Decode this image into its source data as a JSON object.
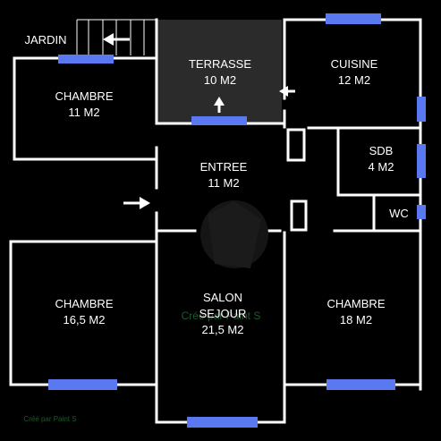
{
  "rooms": {
    "jardin": {
      "name": "JARDIN"
    },
    "terrasse": {
      "name": "TERRASSE",
      "area": "10 M2"
    },
    "cuisine": {
      "name": "CUISINE",
      "area": "12 M2"
    },
    "chambre_nw": {
      "name": "CHAMBRE",
      "area": "11 M2"
    },
    "entree": {
      "name": "ENTREE",
      "area": "11 M2"
    },
    "sdb": {
      "name": "SDB",
      "area": "4 M2"
    },
    "wc": {
      "name": "WC"
    },
    "chambre_sw": {
      "name": "CHAMBRE",
      "area": "16,5 M2"
    },
    "salon": {
      "name": "SALON",
      "name2": "SEJOUR",
      "area": "21,5 M2"
    },
    "chambre_se": {
      "name": "CHAMBRE",
      "area": "18 M2"
    }
  },
  "watermark": {
    "center": "Créé par Paint S",
    "corner": "Créé par Paint S"
  },
  "colors": {
    "wall": "#ffffff",
    "window": "#5a78f0",
    "terrace_fill": "#2b2b2b",
    "background": "#000000",
    "watermark": "#1d5a2c"
  }
}
